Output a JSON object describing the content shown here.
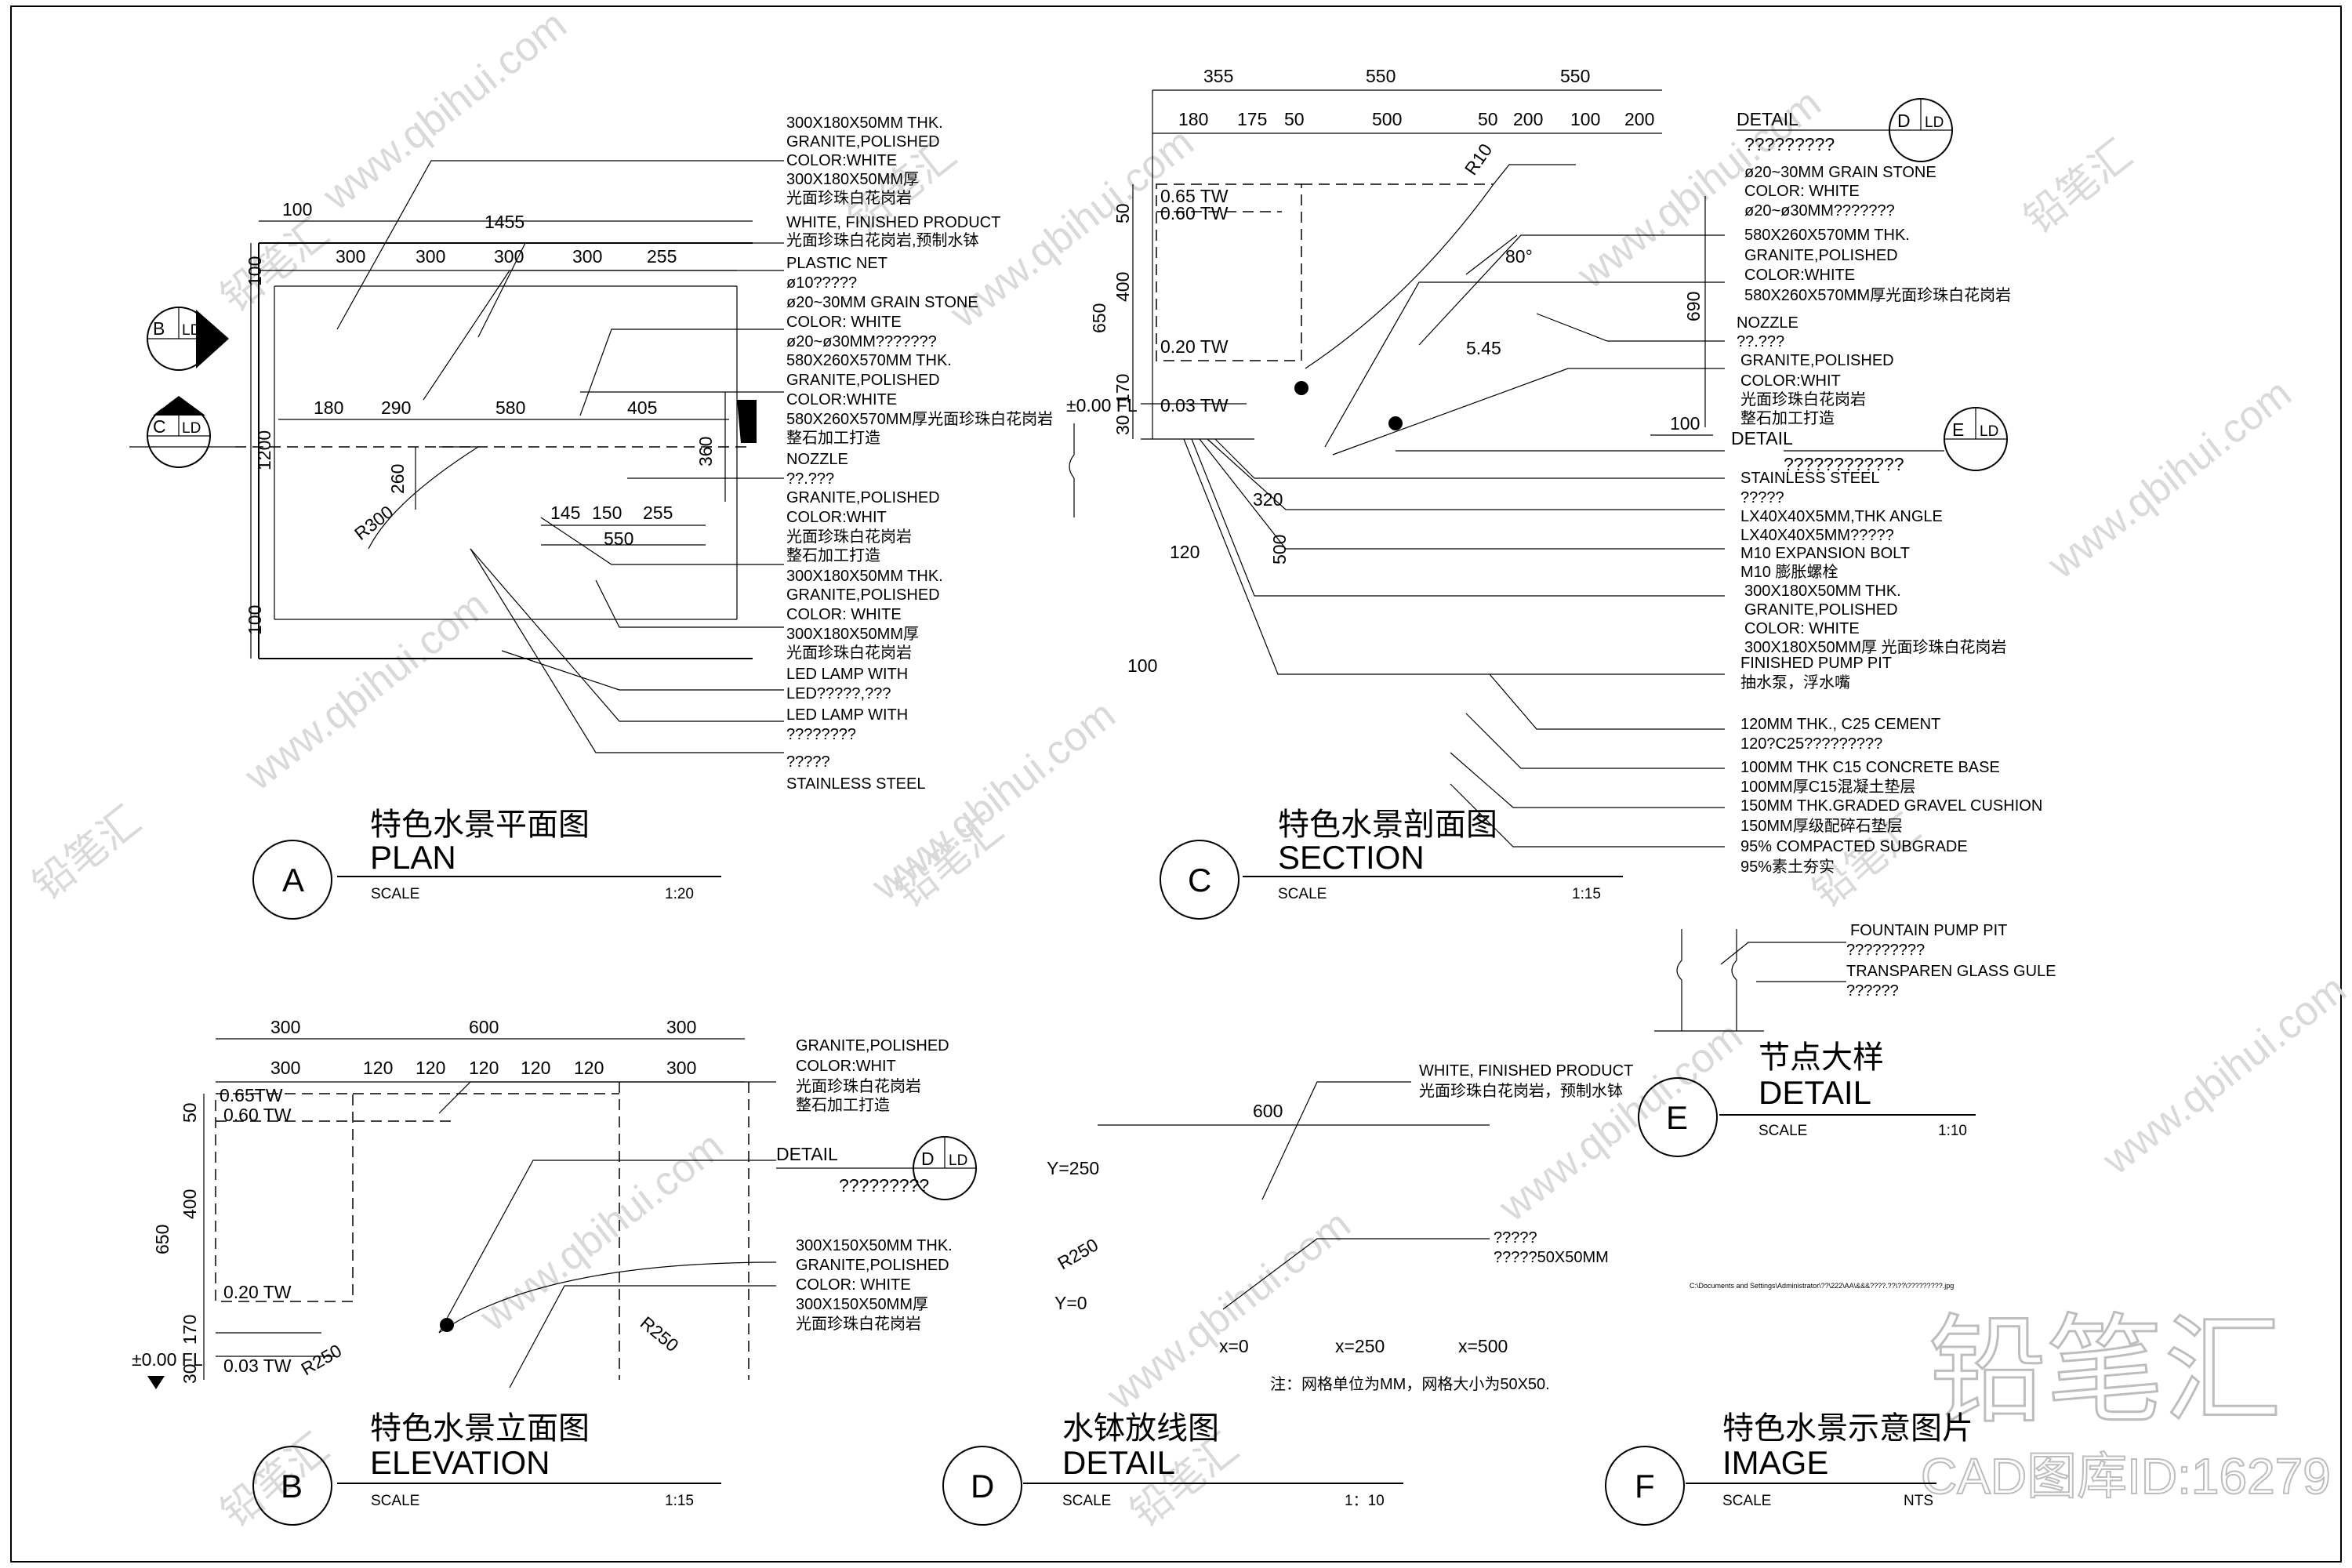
{
  "watermark": {
    "site": "www.qbihui.com",
    "brand": "铅笔汇",
    "id_label": "CAD图库ID:16279"
  },
  "plan_a": {
    "badge": "A",
    "title_cn": "特色水景平面图",
    "title_en": "PLAN",
    "scale_label": "SCALE",
    "scale_value": "1:20",
    "dims": {
      "d100": "100",
      "d1455": "1455",
      "s1": "300",
      "s2": "300",
      "s3": "300",
      "s4": "300",
      "s5": "255",
      "e180": "180",
      "e290": "290",
      "e580": "580",
      "e405": "405",
      "v100a": "100",
      "v1200": "1200",
      "v260": "260",
      "v360": "360",
      "v100b": "100",
      "r300": "R300",
      "f145": "145",
      "f150": "150",
      "f255": "255",
      "f550": "550"
    },
    "notes": [
      "300X180X50MM THK.",
      "GRANITE,POLISHED",
      "COLOR:WHITE",
      "300X180X50MM厚",
      "光面珍珠白花岗岩",
      "WHITE, FINISHED PRODUCT",
      "光面珍珠白花岗岩,预制水钵",
      "PLASTIC NET",
      "ø10?????",
      "ø20~30MM GRAIN  STONE",
      "COLOR:  WHITE",
      "ø20~ø30MM???????",
      "580X260X570MM THK.",
      "GRANITE,POLISHED",
      "COLOR:WHITE",
      "580X260X570MM厚光面珍珠白花岗岩",
      "整石加工打造",
      "NOZZLE",
      "??.???",
      "GRANITE,POLISHED",
      "COLOR:WHIT",
      "光面珍珠白花岗岩",
      "整石加工打造",
      "300X180X50MM THK.",
      "GRANITE,POLISHED",
      "COLOR: WHITE",
      "300X180X50MM厚",
      "光面珍珠白花岗岩",
      "LED LAMP  WITH",
      "LED?????,???",
      "LED LAMP  WITH",
      "????????",
      "?????",
      "STAINLESS STEEL"
    ],
    "marker_b": {
      "letter": "B",
      "sub": "LD"
    },
    "marker_c": {
      "letter": "C",
      "sub": "LD"
    }
  },
  "section_c": {
    "badge": "C",
    "title_cn": "特色水景剖面图",
    "title_en": "SECTION",
    "scale_label": "SCALE",
    "scale_value": "1:15",
    "dims": {
      "t355": "355",
      "t550a": "550",
      "t550b": "550",
      "b180": "180",
      "b175": "175",
      "b50a": "50",
      "b500": "500",
      "b50b": "50",
      "b200a": "200",
      "b100": "100",
      "b200b": "200",
      "v50": "50",
      "v400": "400",
      "v650": "650",
      "v170": "170",
      "v30": "30",
      "v690": "690",
      "v500": "500",
      "h320": "320",
      "h120": "120",
      "h100a": "100",
      "h100b": "100",
      "r10": "R10",
      "a80": "80°",
      "s545": "5.45"
    },
    "levels": {
      "tw065": "0.65 TW",
      "tw060": "0.60 TW",
      "tw020": "0.20 TW",
      "tw003": "0.03 TW",
      "fl": "±0.00 FL"
    },
    "detail_d": {
      "label": "DETAIL",
      "q": "?????????",
      "letter": "D",
      "sub": "LD"
    },
    "detail_e": {
      "label": "DETAIL",
      "q": "????????????",
      "letter": "E",
      "sub": "LD"
    },
    "notes_upper": [
      "ø20~30MM GRAIN  STONE",
      "COLOR:  WHITE",
      "ø20~ø30MM???????",
      "580X260X570MM THK.",
      "GRANITE,POLISHED",
      "COLOR:WHITE",
      "580X260X570MM厚光面珍珠白花岗岩",
      "NOZZLE",
      "??.???",
      "GRANITE,POLISHED",
      "COLOR:WHIT",
      "光面珍珠白花岗岩",
      "整石加工打造"
    ],
    "notes_lower": [
      "STAINLESS STEEL",
      "?????",
      "LX40X40X5MM,THK  ANGLE",
      "LX40X40X5MM?????",
      "M10 EXPANSION BOLT",
      "M10 膨胀螺栓",
      "300X180X50MM THK.",
      "GRANITE,POLISHED",
      "COLOR: WHITE",
      "300X180X50MM厚 光面珍珠白花岗岩",
      "FINISHED PUMP PIT",
      "抽水泵，浮水嘴",
      "120MM THK., C25 CEMENT",
      "120?C25?????????",
      "100MM THK C15 CONCRETE BASE",
      "100MM厚C15混凝土垫层",
      "150MM THK.GRADED GRAVEL CUSHION",
      "150MM厚级配碎石垫层",
      "95% COMPACTED SUBGRADE",
      "95%素土夯实"
    ]
  },
  "detail_e": {
    "badge": "E",
    "title_cn": "节点大样",
    "title_en": "DETAIL",
    "scale_label": "SCALE",
    "scale_value": "1:10",
    "notes": [
      "FOUNTAIN   PUMP  PIT",
      "?????????",
      "TRANSPAREN GLASS GULE",
      "??????"
    ]
  },
  "elevation_b": {
    "badge": "B",
    "title_cn": "特色水景立面图",
    "title_en": "ELEVATION",
    "scale_label": "SCALE",
    "scale_value": "1:15",
    "dims": {
      "t300a": "300",
      "t600": "600",
      "t300b": "300",
      "m300a": "300",
      "m120a": "120",
      "m120b": "120",
      "m120c": "120",
      "m120d": "120",
      "m120e": "120",
      "m300b": "300",
      "v50": "50",
      "v400": "400",
      "v650": "650",
      "v170": "170",
      "v30": "30",
      "r250a": "R250",
      "r250b": "R250"
    },
    "levels": {
      "tw065": "0.65TW",
      "tw060": "0.60 TW",
      "tw020": "0.20 TW",
      "tw003": "0.03 TW",
      "fl": "±0.00 FL"
    },
    "detail": {
      "label": "DETAIL",
      "q": "?????????",
      "letter": "D",
      "sub": "LD"
    },
    "notes_top": [
      "GRANITE,POLISHED",
      "COLOR:WHIT",
      "光面珍珠白花岗岩",
      "整石加工打造"
    ],
    "notes_mid": [
      "300X150X50MM THK.",
      "GRANITE,POLISHED",
      "COLOR: WHITE",
      "300X150X50MM厚",
      "光面珍珠白花岗岩"
    ]
  },
  "detail_d": {
    "badge": "D",
    "title_cn": "水钵放线图",
    "title_en": "DETAIL",
    "scale_label": "SCALE",
    "scale_value": "1：10",
    "labels": {
      "d600": "600",
      "y250": "Y=250",
      "y0": "Y=0",
      "r250": "R250",
      "x0": "x=0",
      "x250": "x=250",
      "x500": "x=500"
    },
    "notes": [
      "WHITE, FINISHED PRODUCT",
      "光面珍珠白花岗岩，预制水钵",
      "?????",
      "?????50X50MM"
    ],
    "footnote": "注：网格单位为MM，网格大小为50X50."
  },
  "image_f": {
    "badge": "F",
    "title_cn": "特色水景示意图片",
    "title_en": "IMAGE",
    "scale_label": "SCALE",
    "scale_value": "NTS",
    "path_text": "C:\\Documents and Settings\\Administrator\\??\\222\\AA\\&&&????.??\\??\\?????????.jpg"
  }
}
